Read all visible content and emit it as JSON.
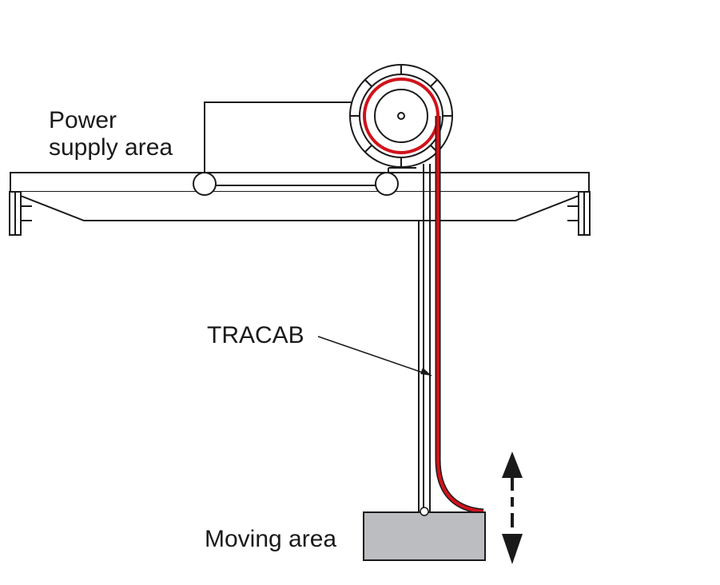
{
  "labels": {
    "power_supply_line1": "Power",
    "power_supply_line2": "supply area",
    "tracab": "TRACAB",
    "moving_area": "Moving area"
  },
  "colors": {
    "cable": "#d0121b",
    "moving_block": "#bcbdc0",
    "line": "#1a1a1a"
  }
}
